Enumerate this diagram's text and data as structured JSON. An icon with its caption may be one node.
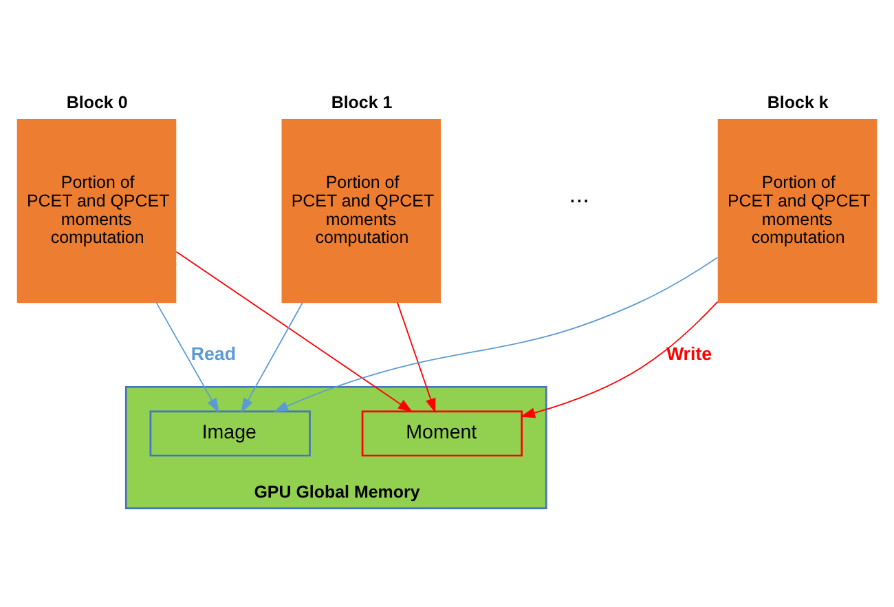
{
  "diagram": {
    "nodes": [
      {
        "text": [
          "Block 0",
          "Portion of PCET and QPCET moments computation"
        ]
      },
      {
        "text": [
          "Block 1",
          "Portion of PCET and QPCET moments computation"
        ]
      },
      {
        "text": [
          "Block k",
          "Portion of PCET and QPCET moments computation"
        ]
      },
      {
        "text": [
          "GPU Global Memory"
        ]
      },
      {
        "text": [
          "Image"
        ],
        "in": 3
      },
      {
        "text": [
          "Moment"
        ],
        "in": 3
      }
    ],
    "edges": [
      {
        "from": 0,
        "to": 4,
        "arrow": "to",
        "label": "Read",
        "color": "#5b9bd5"
      },
      {
        "from": 1,
        "to": 4,
        "arrow": "to",
        "color": "#5b9bd5"
      },
      {
        "from": 2,
        "to": 4,
        "arrow": "to",
        "color": "#5b9bd5"
      },
      {
        "from": 0,
        "to": 5,
        "arrow": "to",
        "color": "#ff0000"
      },
      {
        "from": 1,
        "to": 5,
        "arrow": "to",
        "color": "#ff0000"
      },
      {
        "from": 2,
        "to": 5,
        "arrow": "to",
        "label": "Write",
        "color": "#ff0000"
      }
    ],
    "labels": [
      "..."
    ]
  }
}
